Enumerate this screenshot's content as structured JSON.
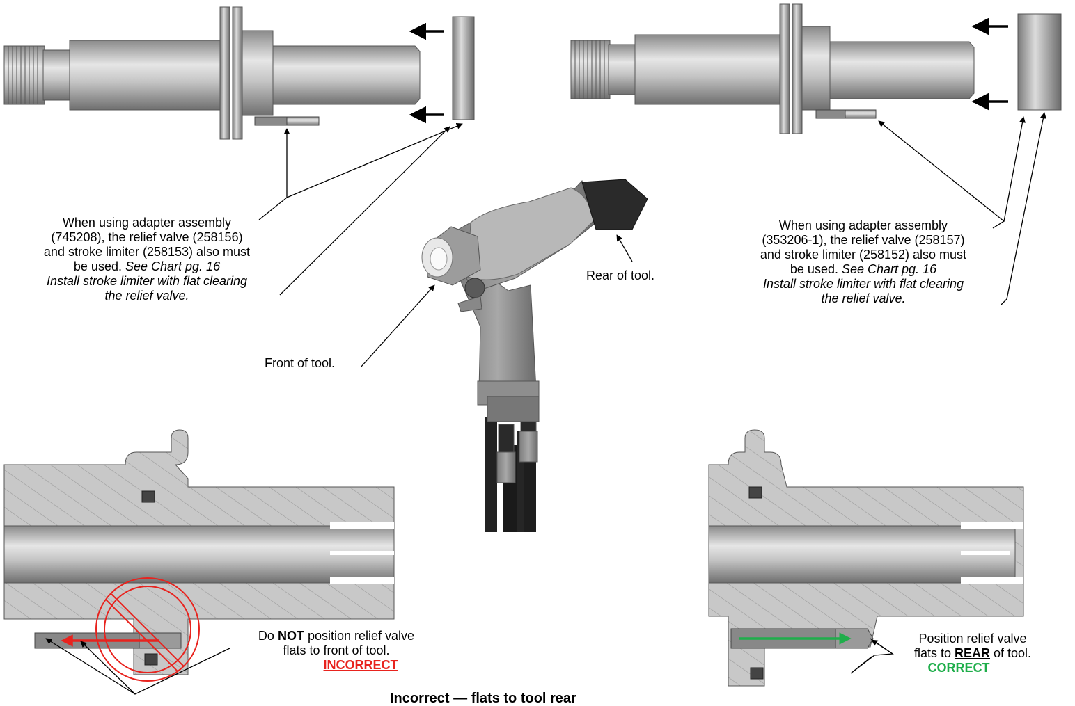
{
  "callouts": {
    "left_adapter": {
      "line1": "When using adapter assembly",
      "line2": "(745208), the relief valve (258156)",
      "line3": "and stroke limiter (258153) also must",
      "line4_plain": "be used.",
      "line4_italic": "See Chart pg. 16",
      "line5": "Install stroke limiter with flat clearing",
      "line6": "the relief valve."
    },
    "right_adapter": {
      "line1": "When using adapter assembly",
      "line2": "(353206-1), the relief valve (258157)",
      "line3": "and stroke limiter (258152) also must",
      "line4_plain": "be used.",
      "line4_italic": "See Chart pg. 16",
      "line5": "Install stroke limiter with flat clearing",
      "line6": "the relief valve."
    },
    "rear_of_tool": "Rear of tool.",
    "front_of_tool": "Front of tool.",
    "incorrect": {
      "prefix": "Do",
      "emphasis": "NOT",
      "suffix": "position relief valve",
      "line2": "flats to front of tool.",
      "status": "INCORRECT"
    },
    "correct": {
      "line1": "Position relief valve",
      "prefix": "flats to",
      "emphasis": "REAR",
      "suffix": "of tool.",
      "status": "CORRECT"
    },
    "bottom_caption": "Incorrect — flats to tool rear"
  },
  "colors": {
    "incorrect": "#e8231e",
    "correct": "#1fae4b",
    "metal": "#a9a9a9"
  }
}
